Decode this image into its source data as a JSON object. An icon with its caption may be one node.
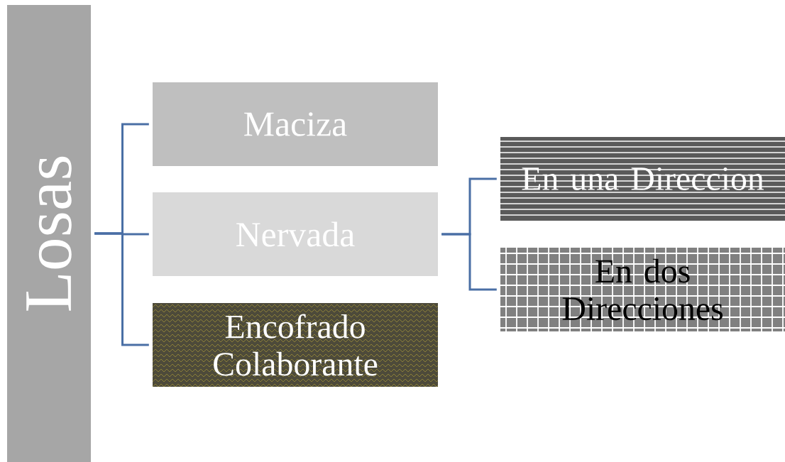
{
  "diagram": {
    "nodes": [
      {
        "text": [
          "Losas"
        ]
      },
      {
        "text": [
          "Maciza"
        ]
      },
      {
        "text": [
          "Nervada"
        ]
      },
      {
        "text": [
          "Encofrado Colaborante"
        ]
      },
      {
        "text": [
          "En una Direccion"
        ]
      },
      {
        "text": [
          "En dos Direcciones"
        ]
      }
    ],
    "edges": [
      {
        "from": 0,
        "to": 1,
        "arrow": "none"
      },
      {
        "from": 0,
        "to": 2,
        "arrow": "none"
      },
      {
        "from": 0,
        "to": 3,
        "arrow": "none"
      },
      {
        "from": 2,
        "to": 4,
        "arrow": "none"
      },
      {
        "from": 2,
        "to": 5,
        "arrow": "none"
      }
    ]
  }
}
